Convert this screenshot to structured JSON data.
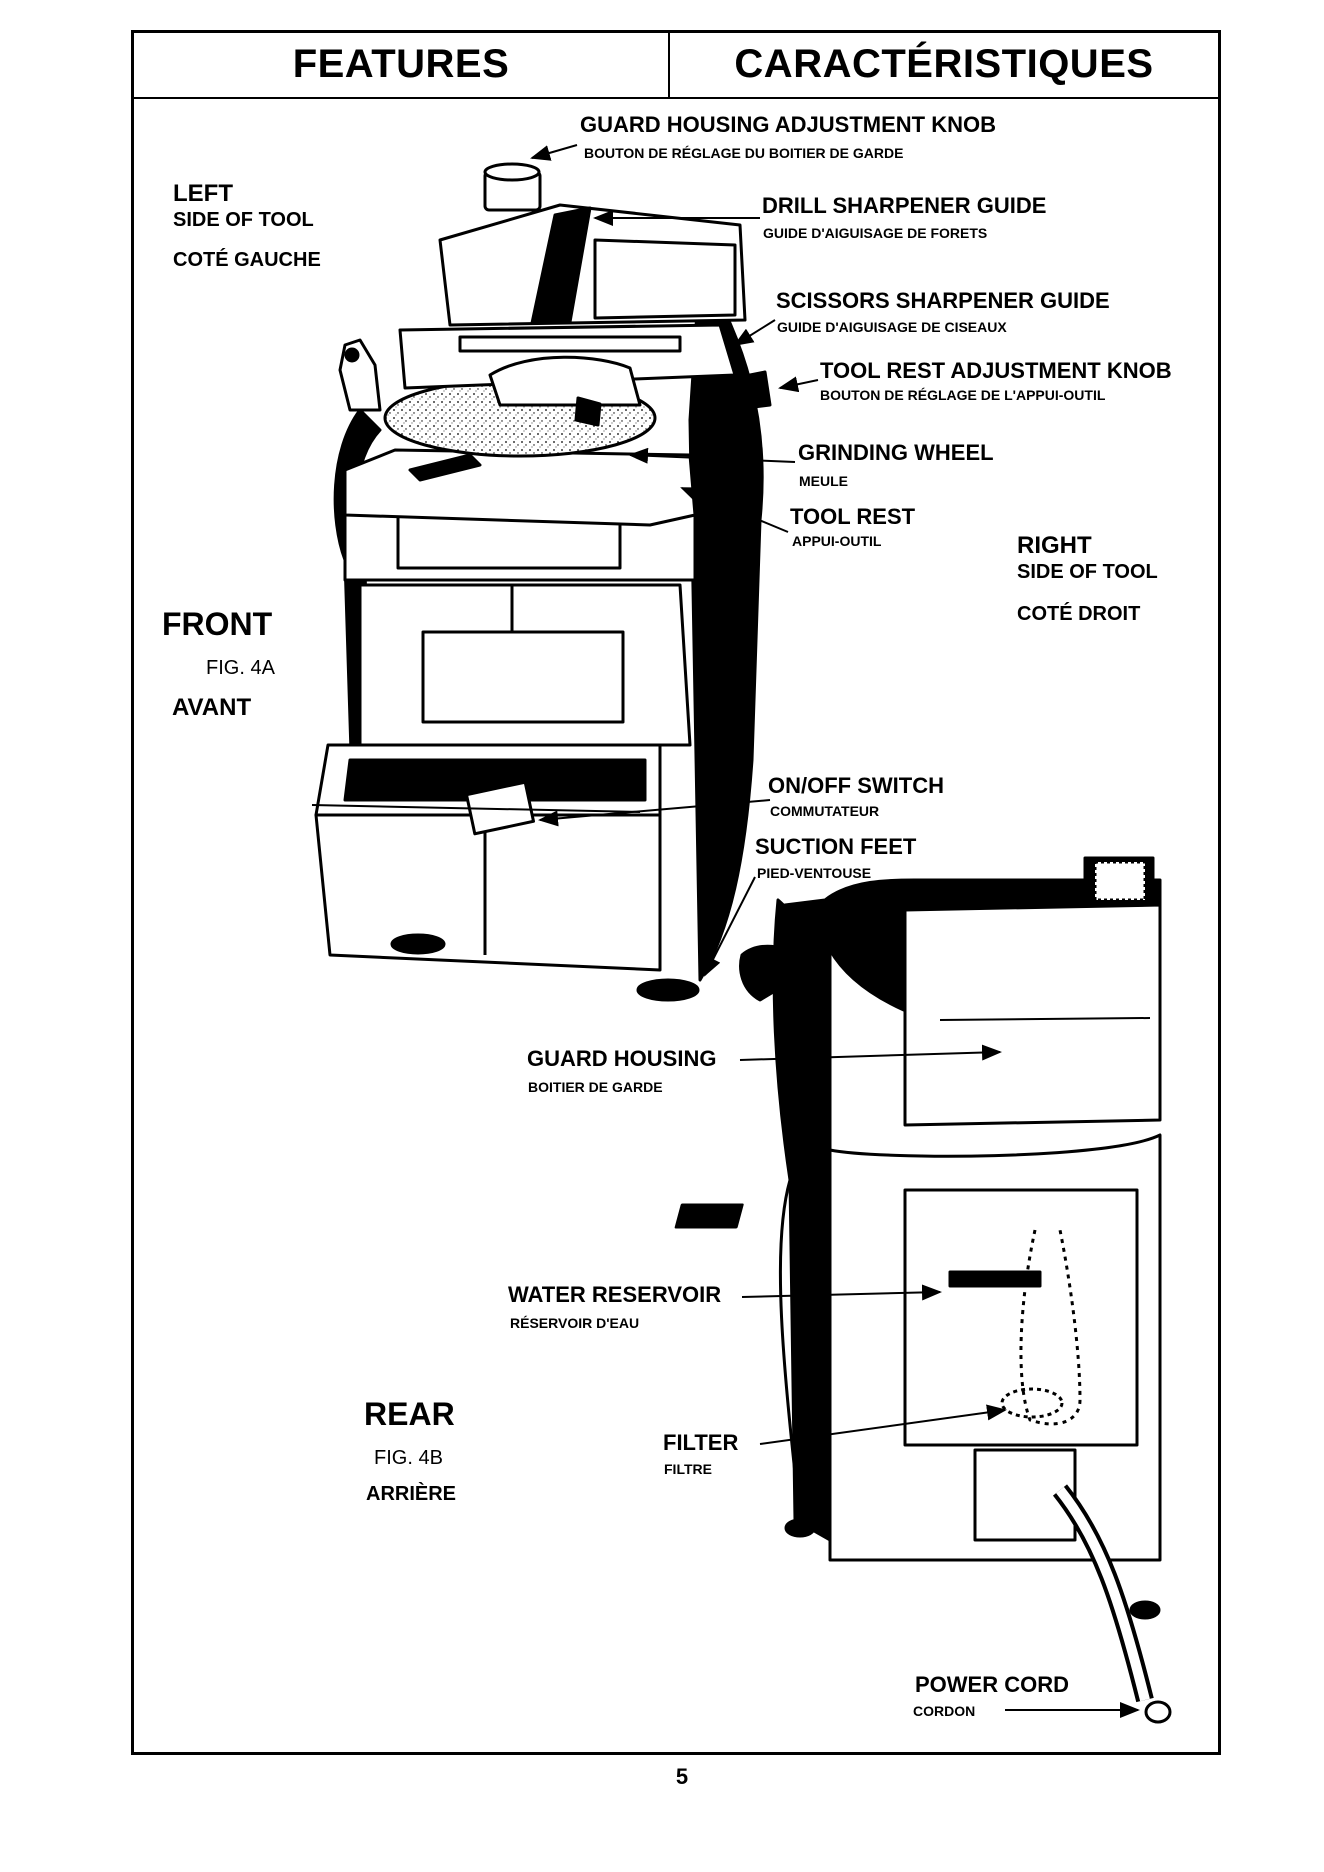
{
  "header": {
    "title_en": "FEATURES",
    "title_fr": "CARACTÉRISTIQUES"
  },
  "front_view": {
    "left_side": {
      "line1": "LEFT",
      "line2": "SIDE OF TOOL",
      "line3": "COTÉ GAUCHE"
    },
    "right_side": {
      "line1": "RIGHT",
      "line2": "SIDE OF TOOL",
      "line3": "COTÉ DROIT"
    },
    "caption": {
      "title": "FRONT",
      "figure": "FIG. 4A",
      "french": "AVANT"
    }
  },
  "rear_view": {
    "caption": {
      "title": "REAR",
      "figure": "FIG. 4B",
      "french": "ARRIÈRE"
    }
  },
  "callouts": [
    {
      "id": "guard-housing-adjustment-knob",
      "en": "GUARD HOUSING ADJUSTMENT KNOB",
      "fr": "BOUTON DE RÉGLAGE DU BOITIER DE GARDE"
    },
    {
      "id": "drill-sharpener-guide",
      "en": "DRILL SHARPENER GUIDE",
      "fr": "GUIDE D'AIGUISAGE DE FORETS"
    },
    {
      "id": "scissors-sharpener-guide",
      "en": "SCISSORS SHARPENER GUIDE",
      "fr": "GUIDE D'AIGUISAGE DE CISEAUX"
    },
    {
      "id": "tool-rest-adjustment-knob",
      "en": "TOOL REST ADJUSTMENT KNOB",
      "fr": "BOUTON DE RÉGLAGE DE L'APPUI-OUTIL"
    },
    {
      "id": "grinding-wheel",
      "en": "GRINDING WHEEL",
      "fr": "MEULE"
    },
    {
      "id": "tool-rest",
      "en": "TOOL REST",
      "fr": "APPUI-OUTIL"
    },
    {
      "id": "on-off-switch",
      "en": "ON/OFF SWITCH",
      "fr": "COMMUTATEUR"
    },
    {
      "id": "suction-feet",
      "en": "SUCTION FEET",
      "fr": "PIED-VENTOUSE"
    },
    {
      "id": "guard-housing",
      "en": "GUARD HOUSING",
      "fr": "BOITIER DE GARDE"
    },
    {
      "id": "water-reservoir",
      "en": "WATER RESERVOIR",
      "fr": "RÉSERVOIR D'EAU"
    },
    {
      "id": "filter",
      "en": "FILTER",
      "fr": "FILTRE"
    },
    {
      "id": "power-cord",
      "en": "POWER CORD",
      "fr": "CORDON"
    }
  ],
  "page_number": "5"
}
